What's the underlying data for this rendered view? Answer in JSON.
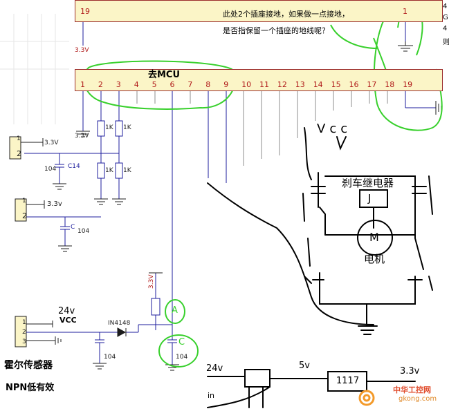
{
  "top_header": {
    "pin_left": "19",
    "pin_right": "1",
    "supply": "3.3V"
  },
  "question_note": {
    "line1": "此处2个插座接地，如果做一点接地，",
    "line2": "是否指保留一个插座的地线呢？"
  },
  "right_edge_letters": [
    "4",
    "G",
    "4",
    "则"
  ],
  "mcu_header": {
    "title": "去MCU",
    "pins": [
      "1",
      "2",
      "3",
      "4",
      "5",
      "6",
      "7",
      "8",
      "9",
      "10",
      "11",
      "12",
      "13",
      "14",
      "15",
      "16",
      "17",
      "18",
      "19"
    ],
    "supply": "3.3V"
  },
  "left_circuit": {
    "connector1": {
      "pins": [
        "1",
        "2"
      ],
      "supply": "3.3V"
    },
    "connector2": {
      "pins": [
        "1",
        "2"
      ],
      "supply": "3.3v"
    },
    "c14": {
      "name": "C14",
      "value": "104"
    },
    "c2": {
      "name": "C",
      "value": "104"
    },
    "resistors": [
      "1K",
      "1K",
      "1K",
      "1K"
    ]
  },
  "hall_circuit": {
    "supply_v": "3.3V",
    "vcc_label": "24v",
    "vcc_text": "VCC",
    "connector_pins": [
      "1",
      "2",
      "3"
    ],
    "diode": "IN4148",
    "cap1_value": "104",
    "cap2_value": "104",
    "marker_a": "A",
    "marker_c": "C",
    "sensor_label": "霍尔传感器",
    "npn_label": "NPN低有效"
  },
  "sketch": {
    "vcc": "Vcc",
    "relay_label": "刹车继电器",
    "relay_symbol": "J",
    "motor_symbol": "M",
    "motor_label": "电机",
    "reg_in": "24v",
    "reg_mid": "5v",
    "reg_chip": "1117",
    "reg_out": "3.3v",
    "in_text": "in"
  },
  "watermark": {
    "cn": "中华工控网",
    "url": "gkong.com"
  }
}
